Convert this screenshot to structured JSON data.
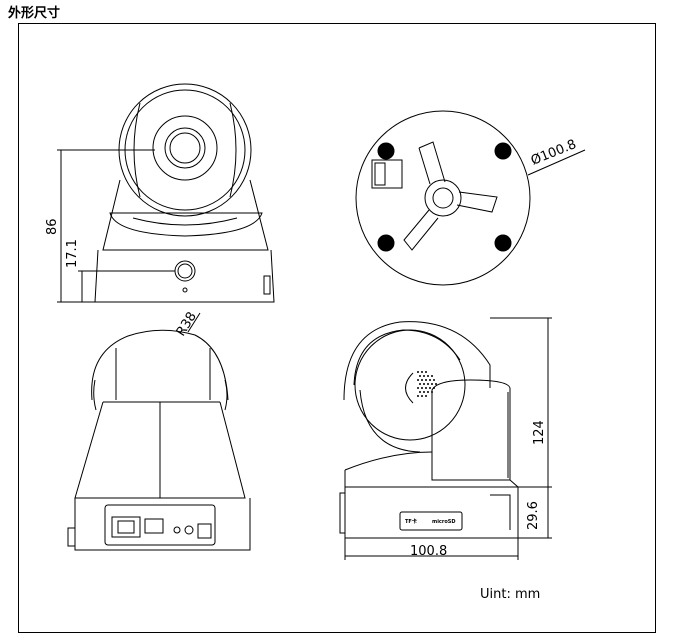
{
  "header": {
    "title": "外形尺寸"
  },
  "dimensions": {
    "front_height": "86",
    "front_base_height": "17.1",
    "bottom_diameter": "Ø100.8",
    "back_radius": "R38",
    "side_height": "124",
    "side_base_height": "29.6",
    "side_width": "100.8"
  },
  "units": {
    "label": "Uint: mm"
  },
  "side_panel": {
    "left_label": "TF卡",
    "right_label": "microSD"
  }
}
